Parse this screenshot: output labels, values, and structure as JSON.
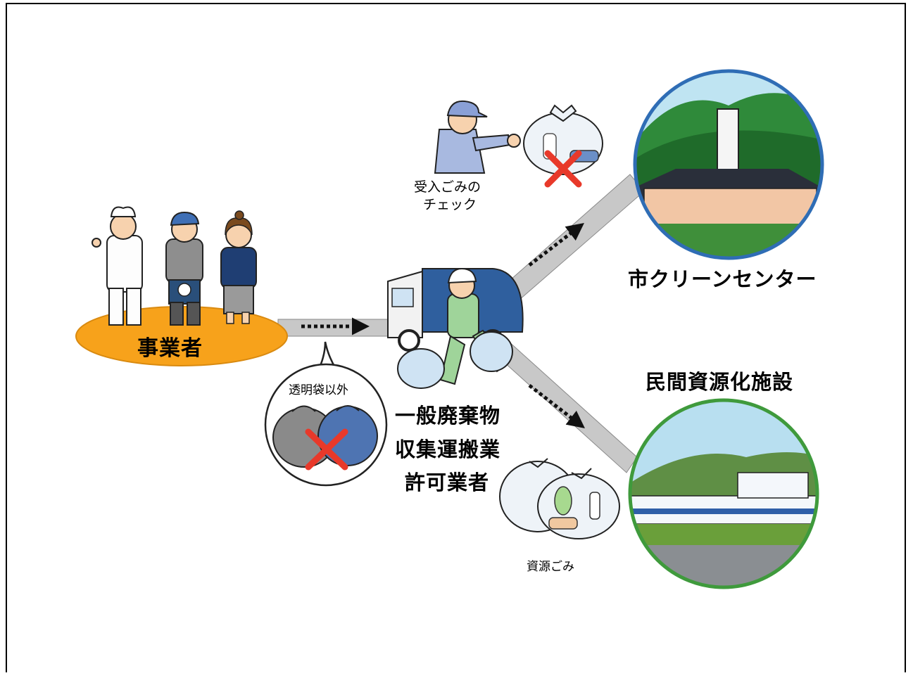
{
  "labels": {
    "business": "事業者",
    "collector_line1": "一般廃棄物",
    "collector_line2": "収集運搬業",
    "collector_line3": "許可業者",
    "city_center": "市クリーンセンター",
    "private_facility": "民間資源化施設",
    "check_line1": "受入ごみの",
    "check_line2": "チェック",
    "non_clear_bags": "透明袋以外",
    "resource_waste": "資源ごみ"
  },
  "colors": {
    "business_ellipse": "#f7a21b",
    "city_circle_border": "#2f6db5",
    "private_circle_border": "#3f9a3c",
    "x_mark": "#e8392a",
    "road": "#c8c8c8"
  }
}
